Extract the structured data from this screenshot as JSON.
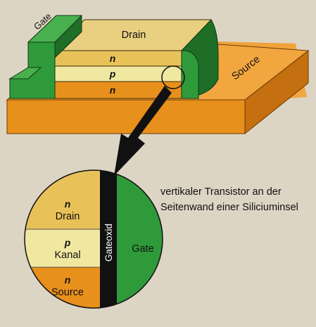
{
  "top_labels": {
    "gate": "Gate",
    "drain": "Drain",
    "source": "Source",
    "layer_n_top": "n",
    "layer_p": "p",
    "layer_n_bottom": "n"
  },
  "circle_labels": {
    "n_top": "n",
    "drain": "Drain",
    "p": "p",
    "kanal": "Kanal",
    "n_bottom": "n",
    "source": "Source",
    "gateoxid": "Gateoxid",
    "gate": "Gate"
  },
  "caption": {
    "line1": "vertikaler Transistor an der",
    "line2": "Seitenwand einer Siliciuminsel"
  },
  "colors": {
    "background": "#ddd5c4",
    "orange": "#e8901c",
    "orange_dark": "#c46f10",
    "orange_light": "#f2a640",
    "yellow": "#e8c258",
    "pale_yellow": "#f0e8a0",
    "green": "#2f9a3a",
    "green_dark": "#1f6e28",
    "green_light": "#49b04f",
    "black": "#111111"
  }
}
